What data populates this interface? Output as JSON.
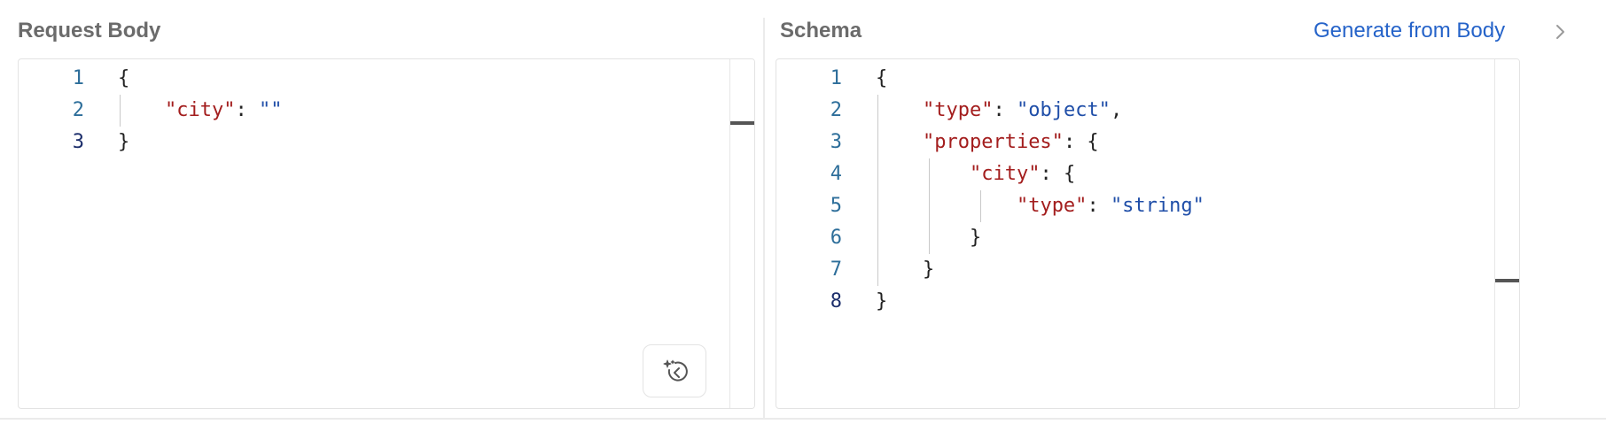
{
  "request_body": {
    "title": "Request Body",
    "line_numbers": [
      "1",
      "2",
      "3"
    ],
    "active_line": 3,
    "lines": [
      [
        {
          "t": "{",
          "c": "punc"
        }
      ],
      [
        {
          "t": "    ",
          "c": "punc"
        },
        {
          "t": "\"city\"",
          "c": "key"
        },
        {
          "t": ": ",
          "c": "punc"
        },
        {
          "t": "\"\"",
          "c": "str"
        }
      ],
      [
        {
          "t": "}",
          "c": "punc"
        }
      ]
    ],
    "format_button_icon": "magic-format-icon"
  },
  "schema": {
    "title": "Schema",
    "generate_label": "Generate from Body",
    "chevron_icon": "chevron-right-icon",
    "line_numbers": [
      "1",
      "2",
      "3",
      "4",
      "5",
      "6",
      "7",
      "8"
    ],
    "active_line": 8,
    "lines": [
      [
        {
          "t": "{",
          "c": "punc"
        }
      ],
      [
        {
          "t": "    ",
          "c": "punc"
        },
        {
          "t": "\"type\"",
          "c": "key"
        },
        {
          "t": ": ",
          "c": "punc"
        },
        {
          "t": "\"object\"",
          "c": "str"
        },
        {
          "t": ",",
          "c": "punc"
        }
      ],
      [
        {
          "t": "    ",
          "c": "punc"
        },
        {
          "t": "\"properties\"",
          "c": "key"
        },
        {
          "t": ": {",
          "c": "punc"
        }
      ],
      [
        {
          "t": "        ",
          "c": "punc"
        },
        {
          "t": "\"city\"",
          "c": "key"
        },
        {
          "t": ": {",
          "c": "punc"
        }
      ],
      [
        {
          "t": "            ",
          "c": "punc"
        },
        {
          "t": "\"type\"",
          "c": "key"
        },
        {
          "t": ": ",
          "c": "punc"
        },
        {
          "t": "\"string\"",
          "c": "str"
        }
      ],
      [
        {
          "t": "        }",
          "c": "punc"
        }
      ],
      [
        {
          "t": "    }",
          "c": "punc"
        }
      ],
      [
        {
          "t": "}",
          "c": "punc"
        }
      ]
    ]
  },
  "colors": {
    "key": "#a31d1d",
    "string": "#1f4ea8",
    "link": "#2563c9",
    "line_number": "#2d6e9a"
  }
}
